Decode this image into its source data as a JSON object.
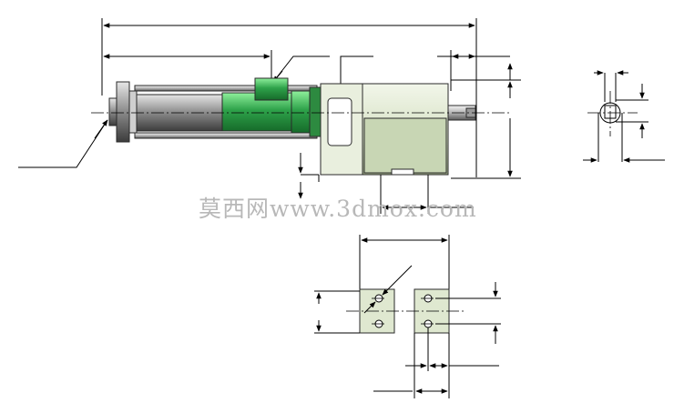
{
  "watermark": {
    "text": "莫西网www.3dmox.com"
  },
  "colors": {
    "pump_green": "#2ea24a",
    "pump_green_light": "#7fe08f",
    "housing_fill": "#dfe8d0",
    "metal_gray": "#9a9a9a",
    "dimension_line": "#000000"
  },
  "icons": [
    "arrowhead",
    "leader-line",
    "centerline"
  ]
}
